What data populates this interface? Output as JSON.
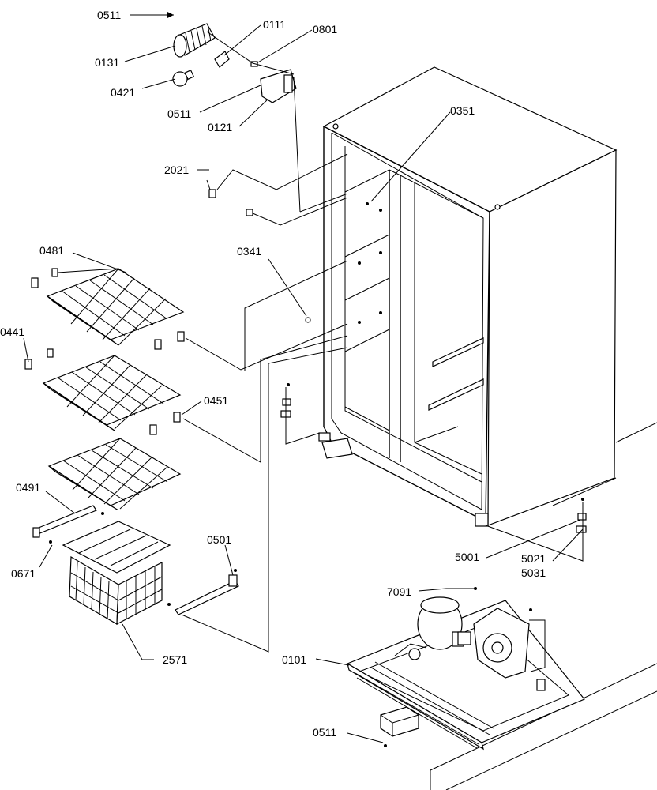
{
  "labels": {
    "p0511_top": "0511",
    "p0111": "0111",
    "p0801": "0801",
    "p0131": "0131",
    "p0421": "0421",
    "p0511_mid": "0511",
    "p0121": "0121",
    "p0351": "0351",
    "p2021": "2021",
    "p0481": "0481",
    "p0341": "0341",
    "p0441": "0441",
    "p0451": "0451",
    "p0491": "0491",
    "p0501": "0501",
    "p0671": "0671",
    "p5001": "5001",
    "p5021": "5021",
    "p5031": "5031",
    "p7091": "7091",
    "p0101": "0101",
    "p2571": "2571",
    "p0511_bottom": "0511"
  }
}
